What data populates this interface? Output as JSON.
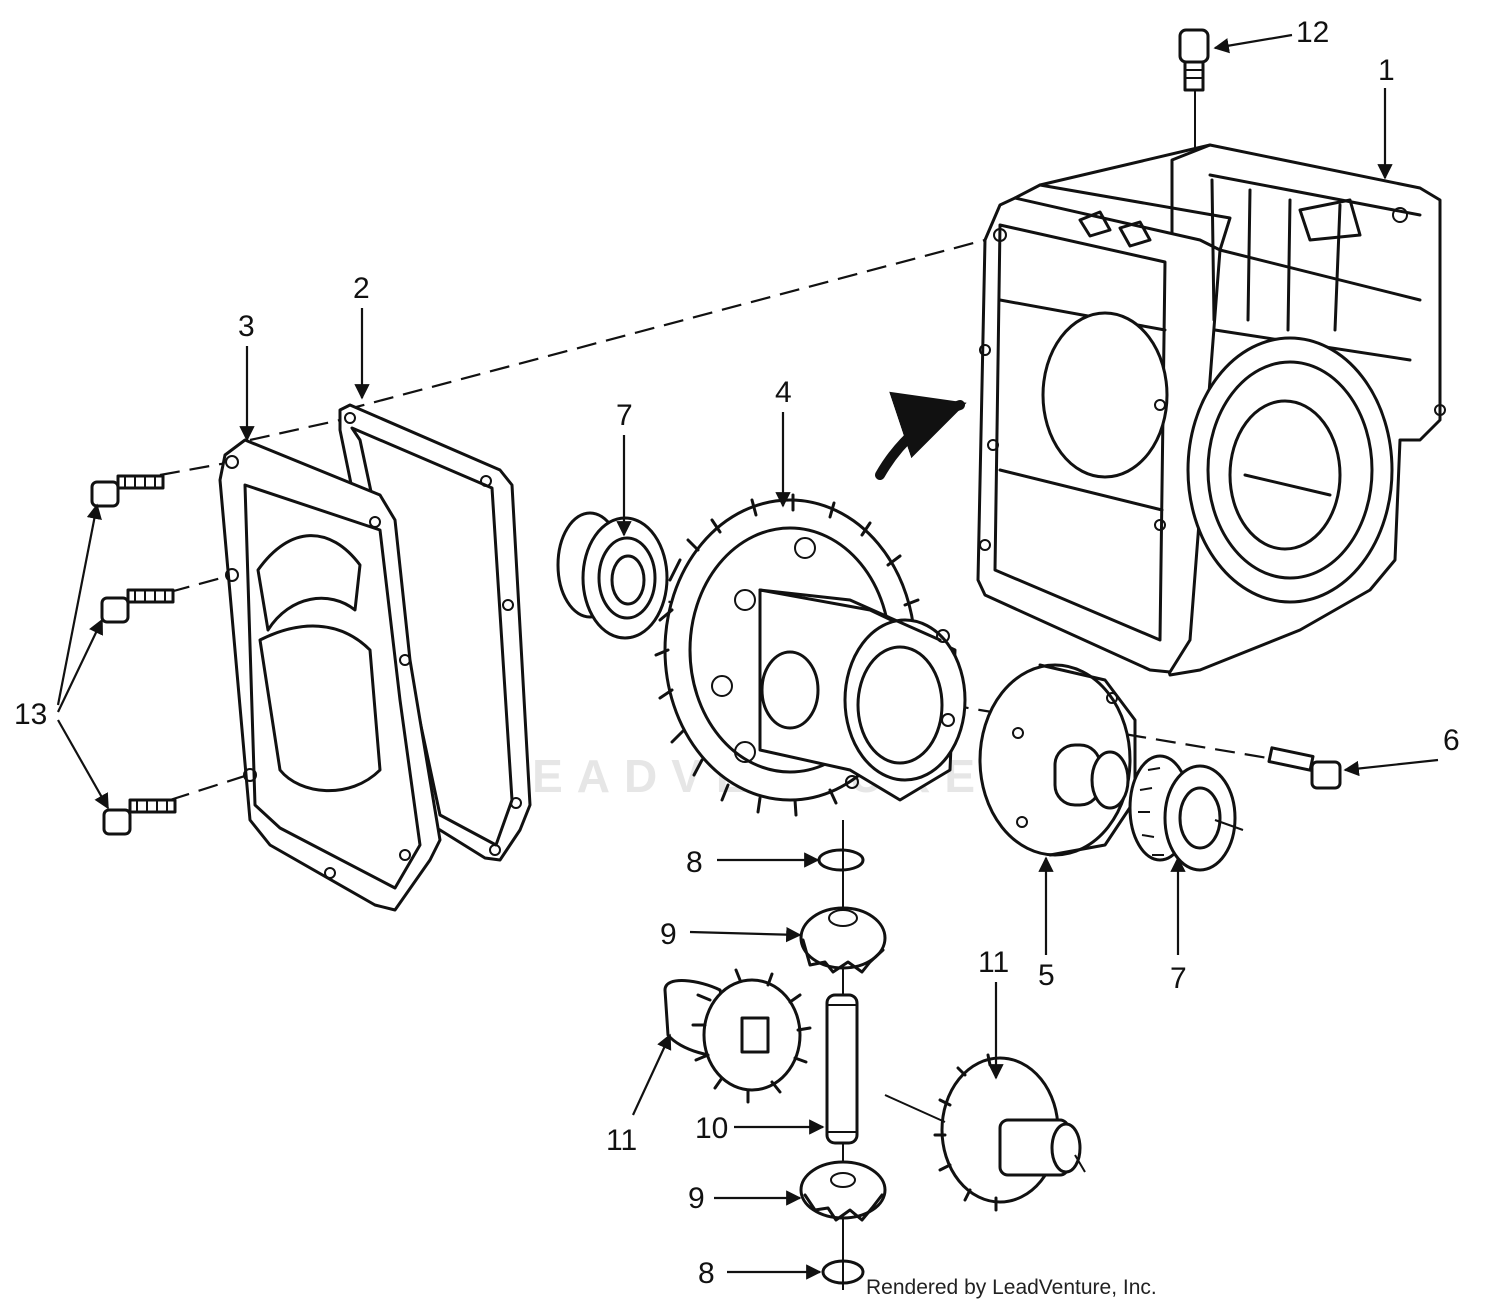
{
  "watermark": "LEADVENTURE",
  "credit": "Rendered by LeadVenture, Inc.",
  "callouts": [
    {
      "id": "c1",
      "label": "1"
    },
    {
      "id": "c2",
      "label": "2"
    },
    {
      "id": "c3",
      "label": "3"
    },
    {
      "id": "c4",
      "label": "4"
    },
    {
      "id": "c5",
      "label": "5"
    },
    {
      "id": "c6",
      "label": "6"
    },
    {
      "id": "c7a",
      "label": "7"
    },
    {
      "id": "c7b",
      "label": "7"
    },
    {
      "id": "c8a",
      "label": "8"
    },
    {
      "id": "c8b",
      "label": "8"
    },
    {
      "id": "c9a",
      "label": "9"
    },
    {
      "id": "c9b",
      "label": "9"
    },
    {
      "id": "c10",
      "label": "10"
    },
    {
      "id": "c11a",
      "label": "11"
    },
    {
      "id": "c11b",
      "label": "11"
    },
    {
      "id": "c12",
      "label": "12"
    },
    {
      "id": "c13",
      "label": "13"
    }
  ]
}
